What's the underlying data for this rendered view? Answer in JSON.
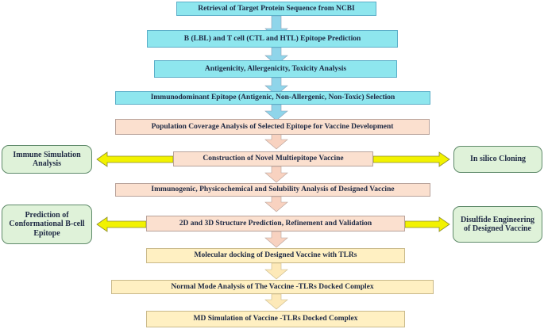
{
  "steps": [
    {
      "label": "Retrieval of Target Protein Sequence from NCBI",
      "style": "blue"
    },
    {
      "label": "B (LBL) and T cell (CTL and HTL) Epitope Prediction",
      "style": "blue"
    },
    {
      "label": "Antigenicity, Allergenicity, Toxicity Analysis",
      "style": "blue"
    },
    {
      "label": "Immunodominant Epitope (Antigenic, Non-Allergenic, Non-Toxic) Selection",
      "style": "blue"
    },
    {
      "label": "Population Coverage Analysis of Selected Epitope for Vaccine Development",
      "style": "pink"
    },
    {
      "label": "Construction of Novel Multiepitope Vaccine",
      "style": "pink"
    },
    {
      "label": "Immunogenic, Physicochemical and Solubility Analysis of Designed Vaccine",
      "style": "pink"
    },
    {
      "label": "2D and 3D Structure Prediction, Refinement and Validation",
      "style": "pink"
    },
    {
      "label": "Molecular docking of Designed Vaccine with TLRs",
      "style": "yellow"
    },
    {
      "label": "Normal Mode Analysis of The Vaccine -TLRs Docked Complex",
      "style": "yellow"
    },
    {
      "label": "MD Simulation of Vaccine -TLRs Docked Complex",
      "style": "yellow"
    }
  ],
  "side_boxes": {
    "immune_simulation": "Immune Simulation Analysis",
    "in_silico_cloning": "In silico Cloning",
    "conformational_b_cell": "Prediction of Conformational B-cell Epitope",
    "disulfide_engineering": "Disulfide Engineering of Designed Vaccine"
  },
  "colors": {
    "blue_fill": "#8ee6ee",
    "pink_fill": "#fbe0cf",
    "yellow_fill": "#fff0c2",
    "side_fill": "#dff2d9",
    "down_arrow_blue": "#8fd5ea",
    "down_arrow_pink": "#f8d2c0",
    "down_arrow_yellow": "#fde9b8",
    "side_arrow": "#f2f200"
  }
}
